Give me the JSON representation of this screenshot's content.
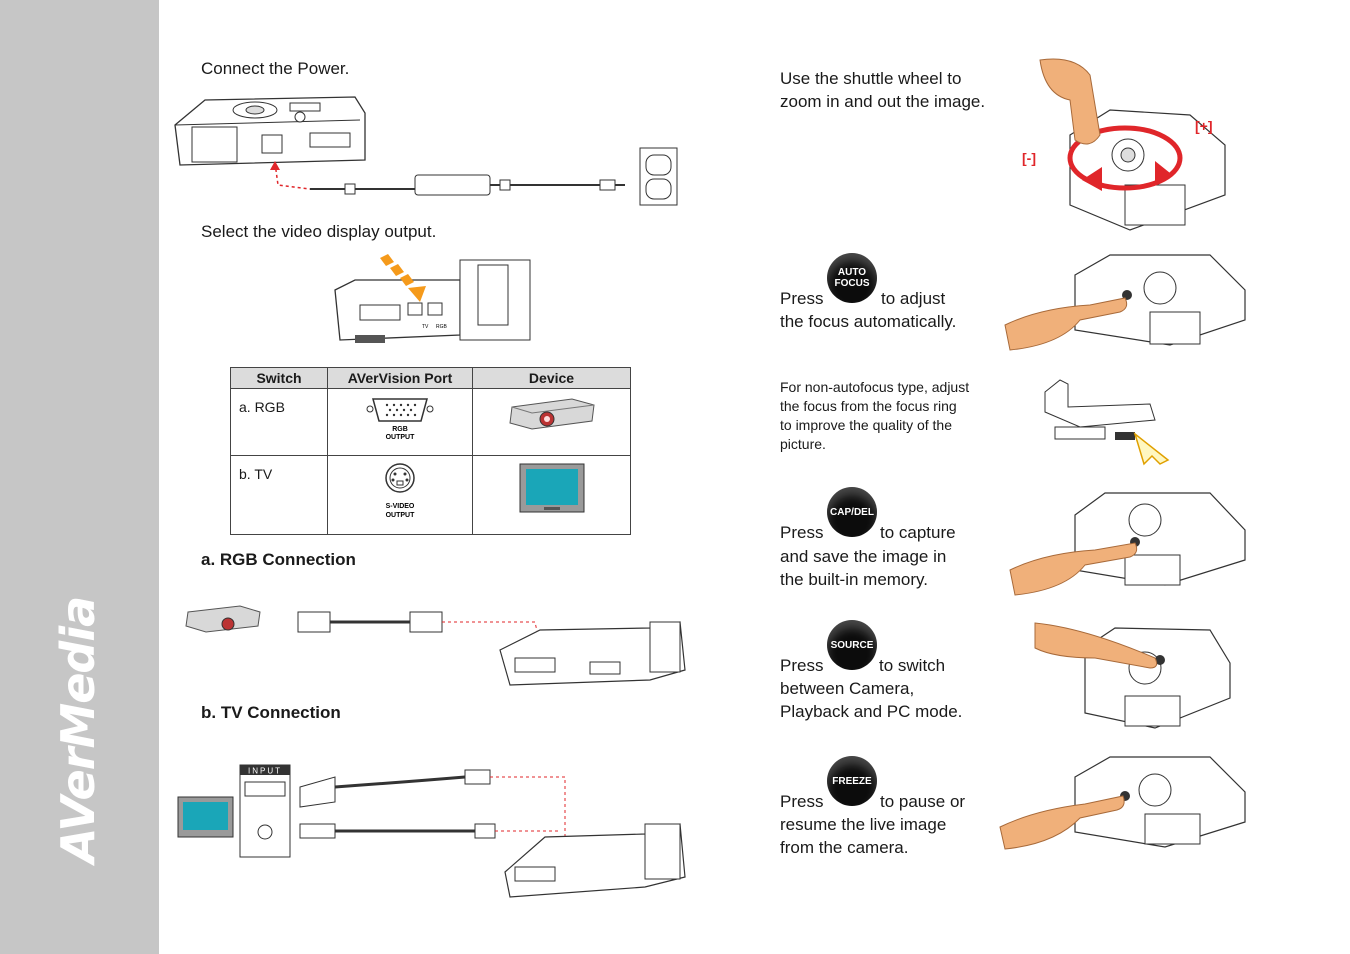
{
  "brand": "AVerMedia",
  "left": {
    "power_caption": "Connect the Power.",
    "output_caption": "Select the video display output.",
    "table": {
      "headers": [
        "Switch",
        "AVerVision Port",
        "Device"
      ],
      "rows": [
        {
          "switch": "a. RGB",
          "port_label_1": "RGB",
          "port_label_2": "OUTPUT"
        },
        {
          "switch": "b. TV",
          "port_label_1": "S-VIDEO",
          "port_label_2": "OUTPUT"
        }
      ]
    },
    "rgb_heading": "a.   RGB Connection",
    "tv_heading": "b.   TV Connection",
    "tv_input_label": "INPUT",
    "switch_labels": {
      "tv": "TV",
      "rgb": "RGB"
    }
  },
  "right": {
    "zoom_text": "Use the shuttle wheel to zoom in and out the image.",
    "zoom_plus": "[+]",
    "zoom_minus": "[-]",
    "autofocus": {
      "press": "Press",
      "button": "AUTO FOCUS",
      "rest1": "to adjust",
      "rest2": "the focus automatically."
    },
    "nonaf_text": "For non-autofocus type, adjust the focus from the focus ring to improve the quality of the picture.",
    "capture": {
      "press": "Press",
      "button": "CAP/DEL",
      "rest1": "to capture",
      "rest2": "and save the image in",
      "rest3": "the built-in memory."
    },
    "source": {
      "press": "Press",
      "button": "SOURCE",
      "rest1": "to switch",
      "rest2": "between Camera,",
      "rest3": "Playback and PC mode."
    },
    "freeze": {
      "press": "Press",
      "button": "FREEZE",
      "rest1": "to pause or",
      "rest2": "resume the live image",
      "rest3": "from the camera."
    }
  },
  "colors": {
    "sidebar": "#c6c6c6",
    "accent_red": "#e0262a",
    "hand": "#f0b07a"
  }
}
